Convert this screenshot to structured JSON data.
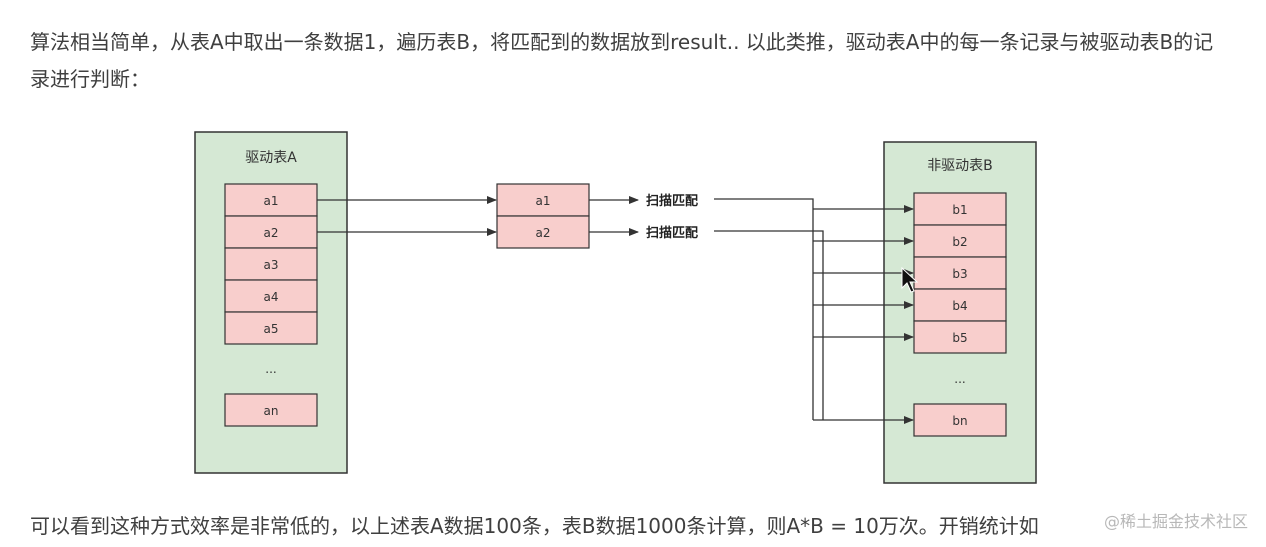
{
  "paragraphs": {
    "intro": "算法相当简单，从表A中取出一条数据1，遍历表B，将匹配到的数据放到result.. 以此类推，驱动表A中的每一条记录与被驱动表B的记录进行判断：",
    "summary": "可以看到这种方式效率是非常低的，以上述表A数据100条，表B数据1000条计算，则A*B = 10万次。开销统计如"
  },
  "diagram": {
    "table_a": {
      "title": "驱动表A",
      "rows": [
        "a1",
        "a2",
        "a3",
        "a4",
        "a5"
      ],
      "ellipsis": "...",
      "last": "an"
    },
    "buffer": [
      "a1",
      "a2"
    ],
    "scan_label": "扫描匹配",
    "table_b": {
      "title": "非驱动表B",
      "rows": [
        "b1",
        "b2",
        "b3",
        "b4",
        "b5"
      ],
      "ellipsis": "...",
      "last": "bn"
    },
    "colors": {
      "table_fill": "#d5e8d4",
      "table_stroke": "#333333",
      "cell_fill": "#f8cecc",
      "cell_stroke": "#333333",
      "arrow": "#333333"
    }
  },
  "watermark": "@稀土掘金技术社区"
}
